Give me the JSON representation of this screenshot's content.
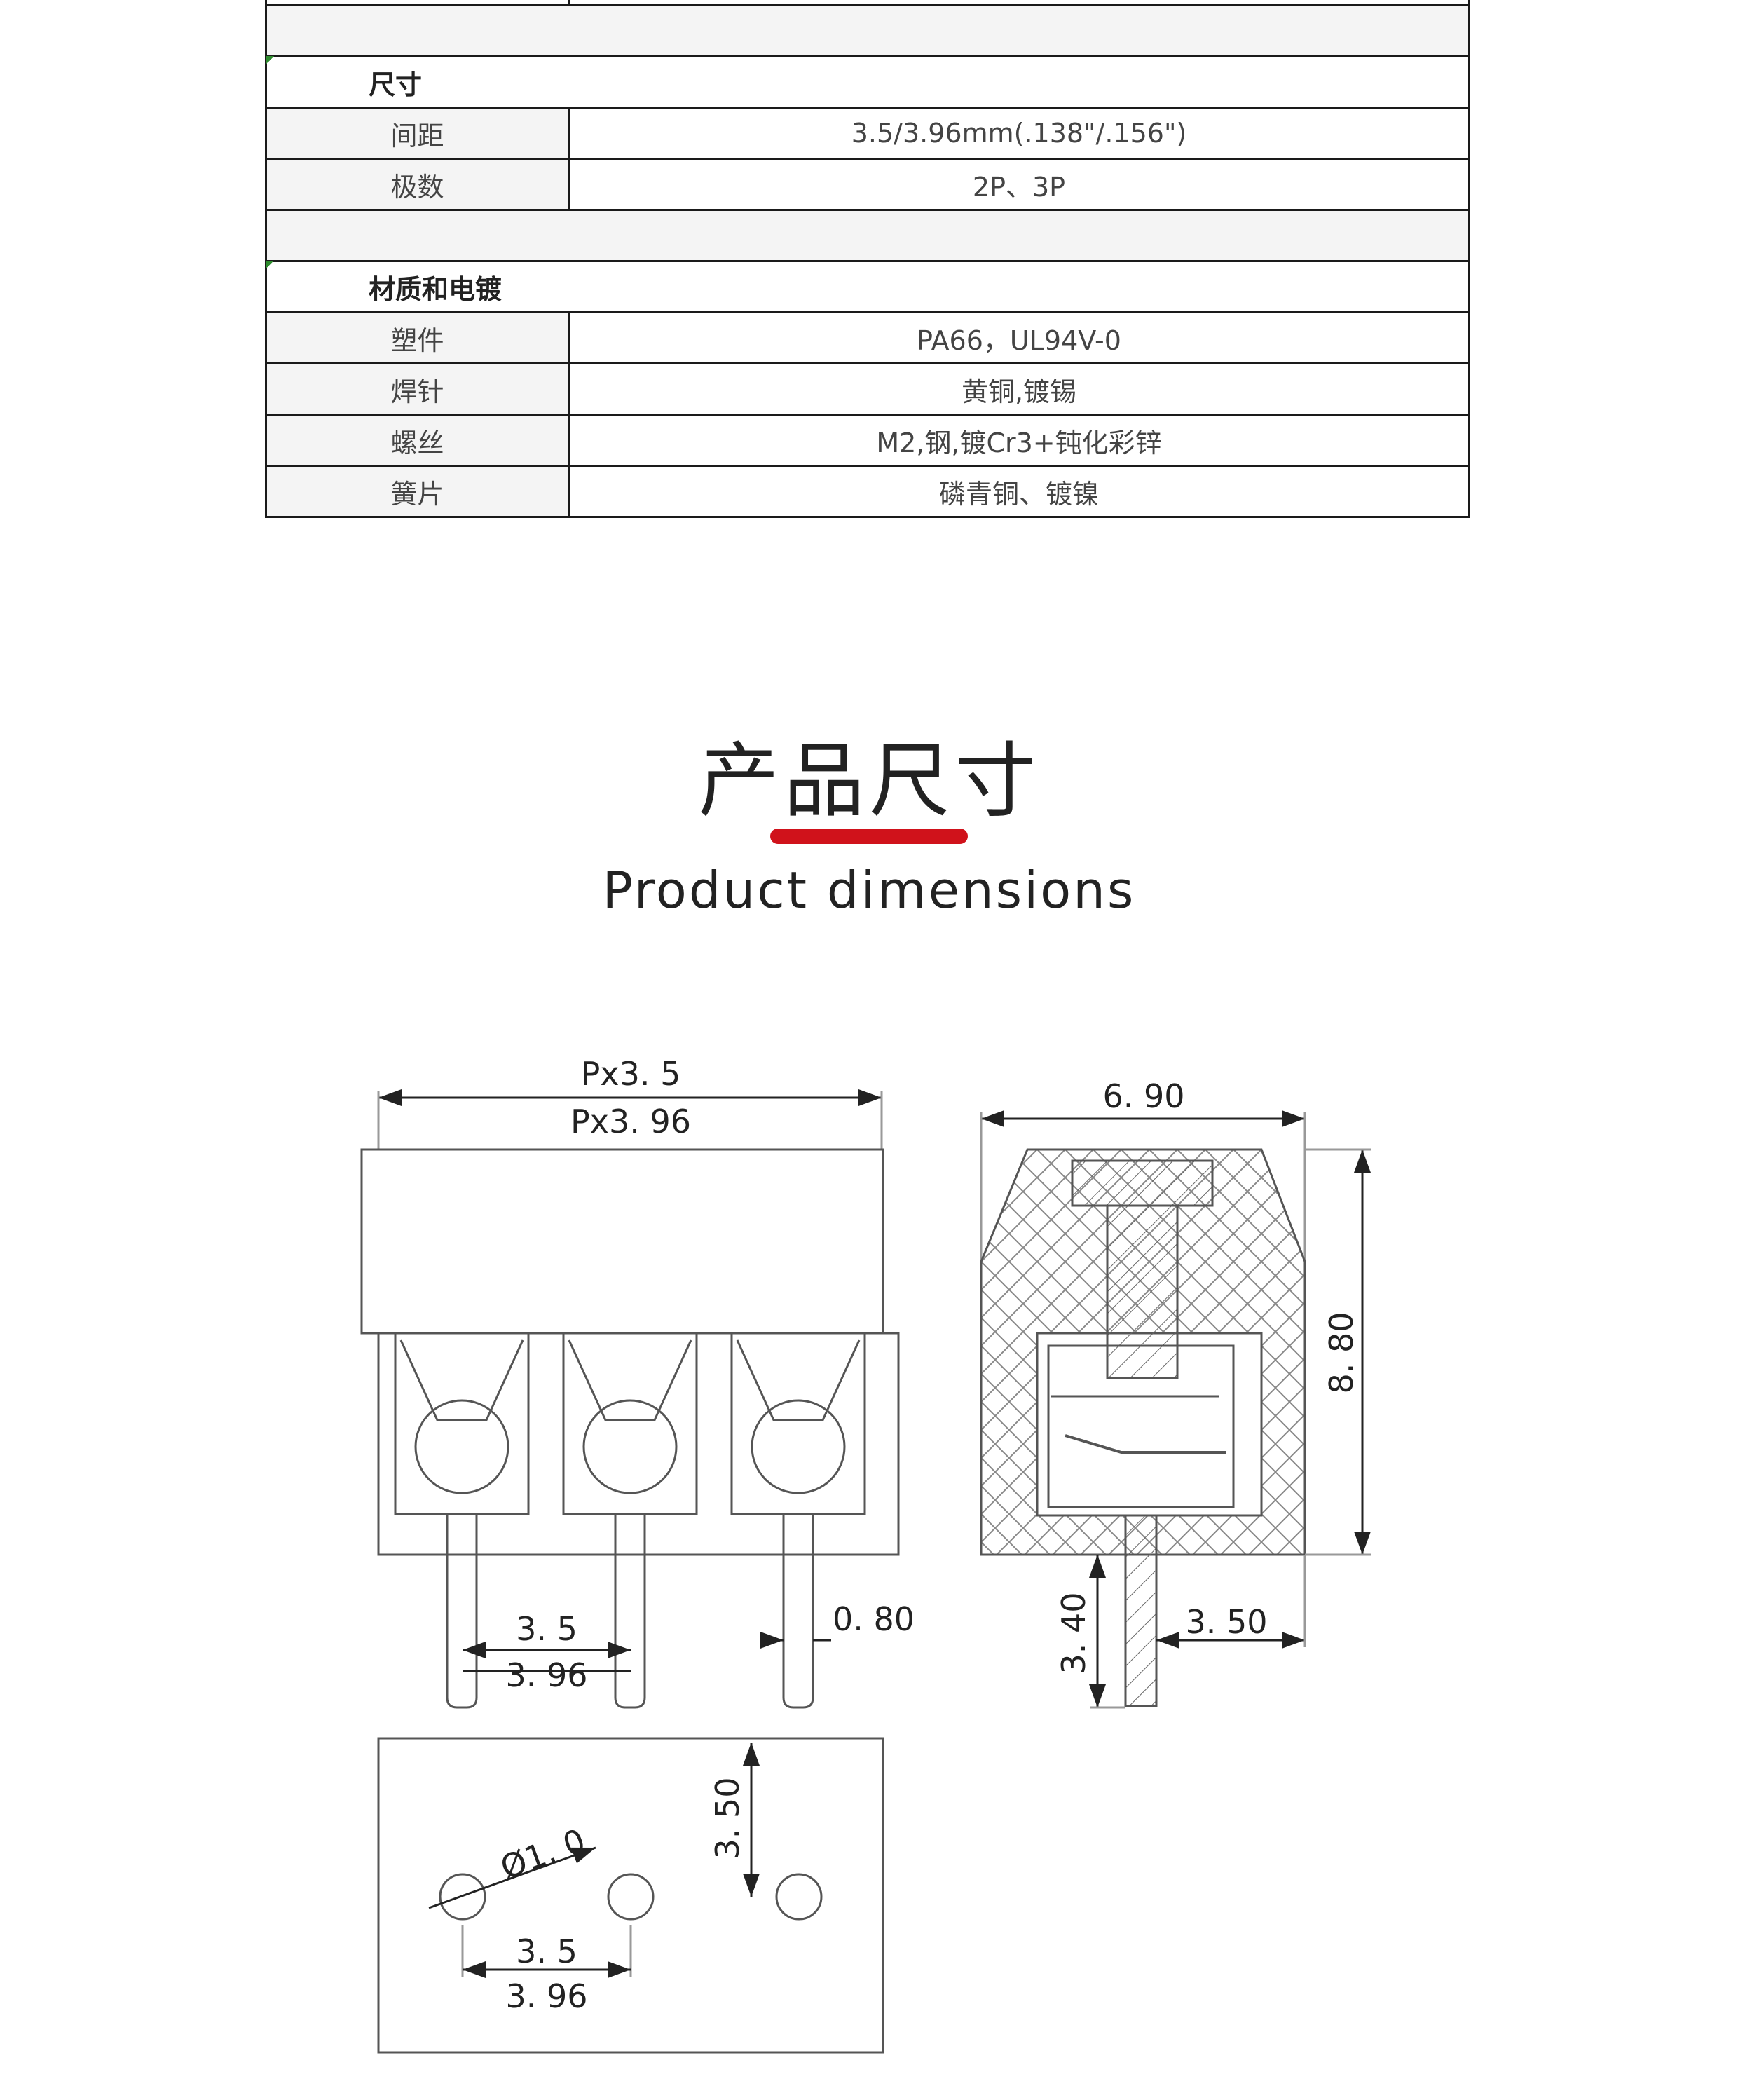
{
  "spec_table": {
    "sections": [
      {
        "title": "尺寸",
        "rows": [
          {
            "label": "间距",
            "value": "3.5/3.96mm(.138\"/.156\")"
          },
          {
            "label": "极数",
            "value": "2P、3P"
          }
        ]
      },
      {
        "title": "材质和电镀",
        "rows": [
          {
            "label": "塑件",
            "value": "PA66，UL94V-0"
          },
          {
            "label": "焊针",
            "value": "黄铜,镀锡"
          },
          {
            "label": "螺丝",
            "value": "M2,钢,镀Cr3+钝化彩锌"
          },
          {
            "label": "簧片",
            "value": "磷青铜、镀镍"
          }
        ]
      }
    ]
  },
  "heading": {
    "title_cn": "产品尺寸",
    "title_en": "Product dimensions",
    "accent_color": "#d0121b"
  },
  "drawing": {
    "front_view": {
      "pitch_label_a": "Px3. 5",
      "pitch_label_b": "Px3. 96",
      "pin_spacing_a": "3. 5",
      "pin_spacing_b": "3. 96",
      "pin_width": "0. 80"
    },
    "side_view": {
      "width": "6. 90",
      "height": "8. 80",
      "pin_length": "3. 40",
      "pin_offset": "3. 50"
    },
    "pcb_layout": {
      "hole_diameter": "Ø1. 0",
      "row_offset": "3. 50",
      "hole_spacing_a": "3. 5",
      "hole_spacing_b": "3. 96"
    }
  }
}
